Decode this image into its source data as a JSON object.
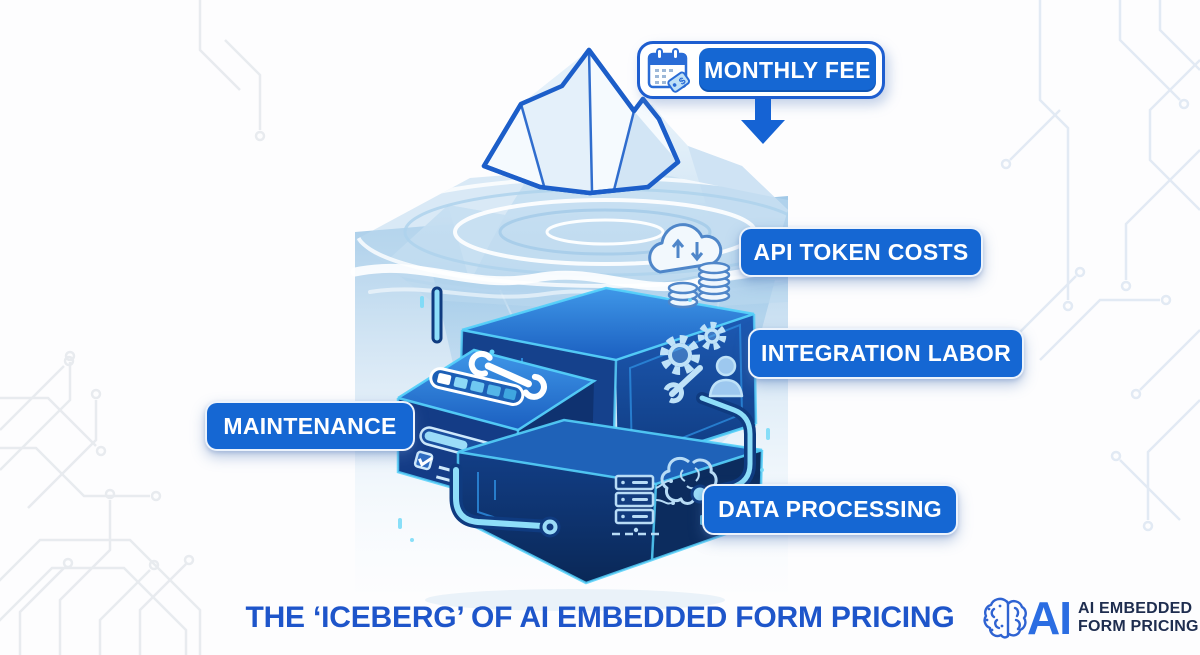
{
  "callouts": {
    "monthly_fee": {
      "label": "MONTHLY FEE"
    },
    "api_token_costs": {
      "label": "API TOKEN COSTS"
    },
    "integration_labor": {
      "label": "INTEGRATION LABOR"
    },
    "maintenance": {
      "label": "MAINTENANCE"
    },
    "data_processing": {
      "label": "DATA PROCESSING"
    }
  },
  "title": "THE ‘ICEBERG’ OF AI EMBEDDED FORM PRICING",
  "logo": {
    "ai_mark": "AI",
    "line1": "AI EMBEDDED",
    "line2": "FORM PRICING"
  },
  "icons": {
    "price_tag_symbol": "$",
    "names": [
      "calendar-price-icon",
      "down-arrow-icon",
      "cloud-sync-coins-icon",
      "gears-person-icon",
      "wrench-progress-icon",
      "checklist-icon",
      "server-brain-icon",
      "brain-logo-icon",
      "circuit-pattern"
    ]
  },
  "colors": {
    "label_blue": "#1567d3",
    "title_blue": "#1e55ca",
    "box_navy": "#12418c",
    "glow_cyan": "#54d0fa",
    "water_blue": "#bcd9ee",
    "outline_blue": "#1c5ec9",
    "logo_navy": "#1e2d4f",
    "logo_blue": "#2b6de2"
  }
}
